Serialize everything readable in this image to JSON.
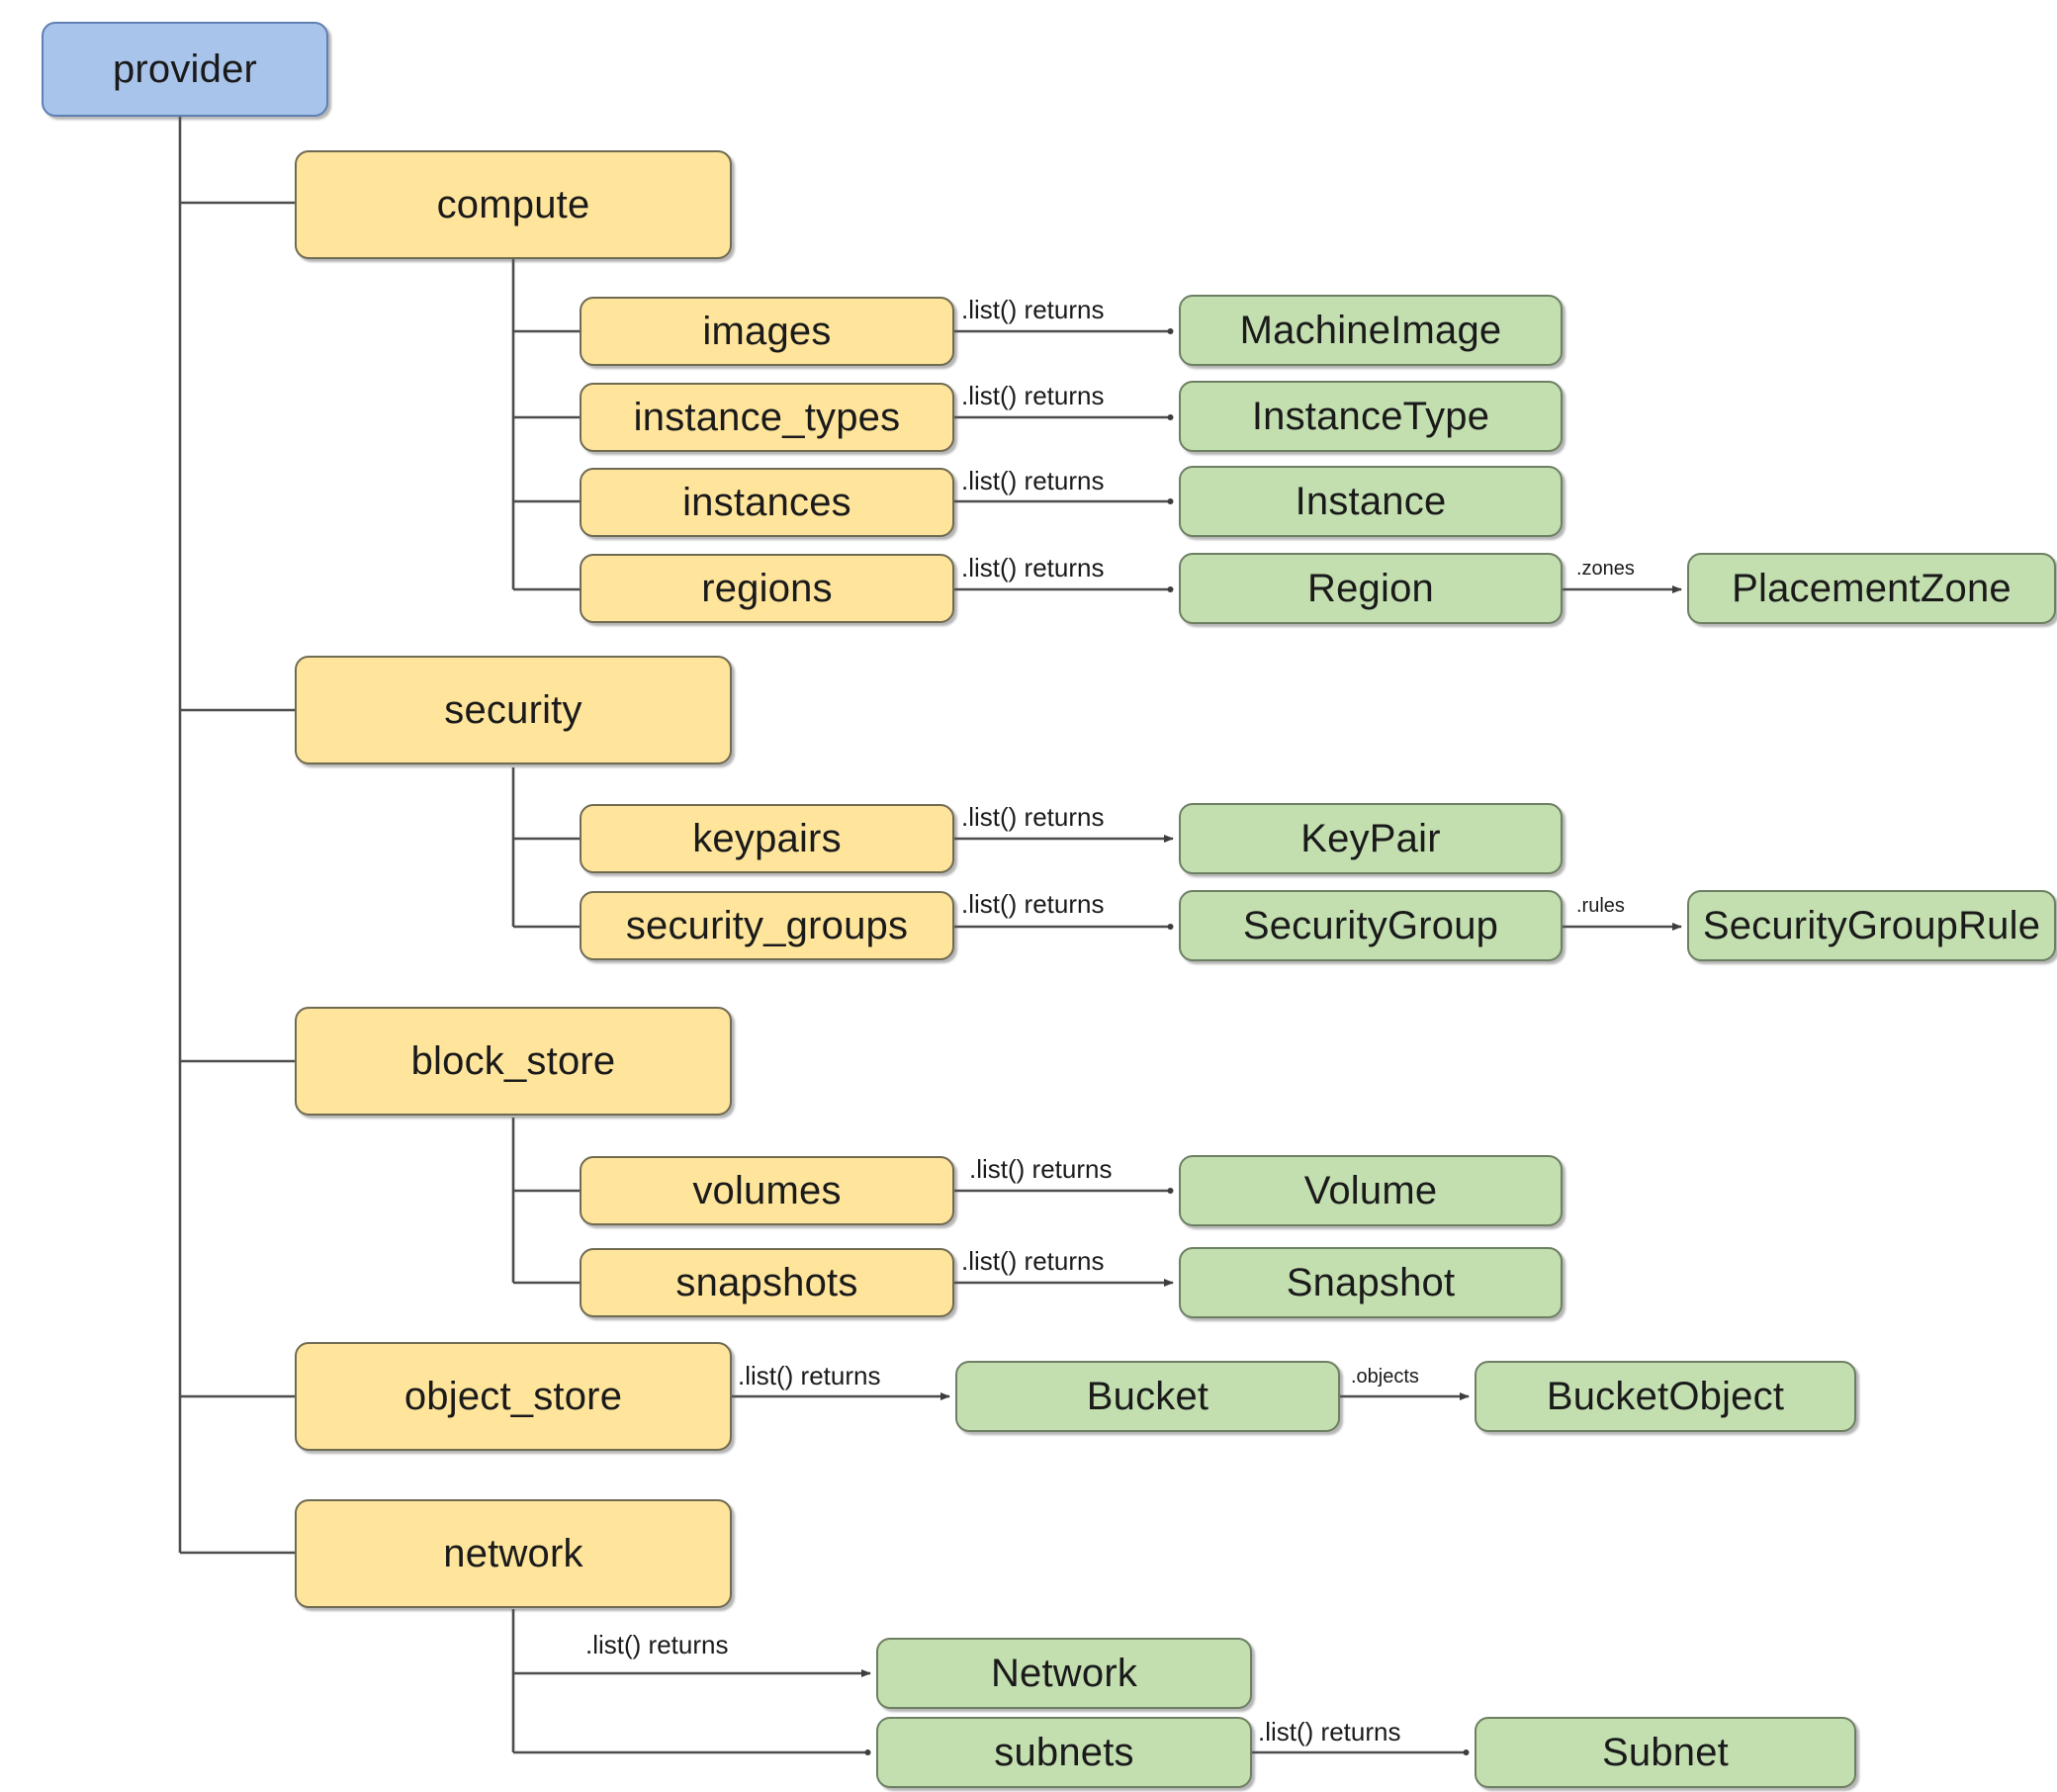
{
  "diagram": {
    "title": "provider",
    "type": "api-object-hierarchy",
    "colors": {
      "root": "#a8c4ea",
      "service": "#ffe59c",
      "resource": "#c3dfb0",
      "border": "#666666",
      "edge": "#4d4d4d",
      "background": "#ffffff"
    },
    "labels": {
      "list_returns": ".list() returns",
      "zones": ".zones",
      "rules": ".rules",
      "objects": ".objects"
    },
    "nodes": {
      "provider": "provider",
      "compute": "compute",
      "images": "images",
      "instance_types": "instance_types",
      "instances": "instances",
      "regions": "regions",
      "machine_image": "MachineImage",
      "instance_type": "InstanceType",
      "instance": "Instance",
      "region": "Region",
      "placement_zone": "PlacementZone",
      "security": "security",
      "keypairs": "keypairs",
      "security_groups": "security_groups",
      "keypair": "KeyPair",
      "security_group": "SecurityGroup",
      "security_group_rule": "SecurityGroupRule",
      "block_store": "block_store",
      "volumes": "volumes",
      "snapshots": "snapshots",
      "volume": "Volume",
      "snapshot": "Snapshot",
      "object_store": "object_store",
      "bucket": "Bucket",
      "bucket_object": "BucketObject",
      "network": "network",
      "network_resource": "Network",
      "subnets": "subnets",
      "subnet": "Subnet"
    }
  }
}
